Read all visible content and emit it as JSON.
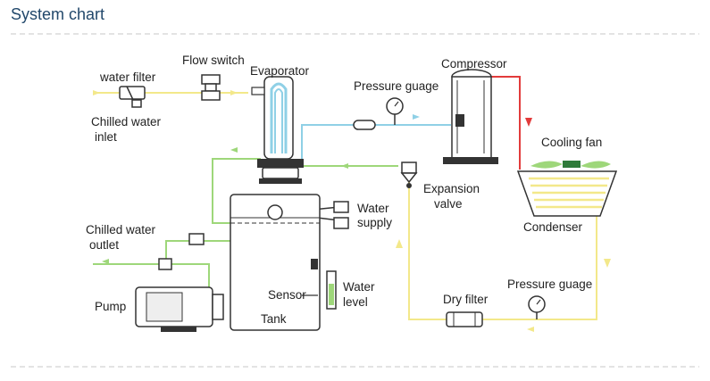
{
  "title": "System chart",
  "labels": {
    "water_filter": "water filter",
    "flow_switch": "Flow switch",
    "evaporator": "Evaporator",
    "compressor": "Compressor",
    "pressure_guage_top": "Pressure guage",
    "chilled_water_inlet_1": "Chilled water",
    "chilled_water_inlet_2": "inlet",
    "cooling_fan": "Cooling fan",
    "expansion_valve_1": "Expansion",
    "expansion_valve_2": "valve",
    "water_supply_1": "Water",
    "water_supply_2": "supply",
    "condenser": "Condenser",
    "chilled_water_outlet_1": "Chilled water",
    "chilled_water_outlet_2": "outlet",
    "sensor": "Sensor",
    "water_level_1": "Water",
    "water_level_2": "level",
    "pressure_guage_bottom": "Pressure guage",
    "dry_filter": "Dry filter",
    "pump": "Pump",
    "tank": "Tank"
  },
  "colors": {
    "title": "#22486b",
    "chilled_water_in": "#f3e88a",
    "chilled_water_out": "#9ed77a",
    "refrigerant_low": "#8fd0e6",
    "refrigerant_hot": "#e23b3b",
    "refrigerant_liquid": "#f3e88a",
    "outline": "#333333",
    "divider": "#c7c7c7"
  }
}
